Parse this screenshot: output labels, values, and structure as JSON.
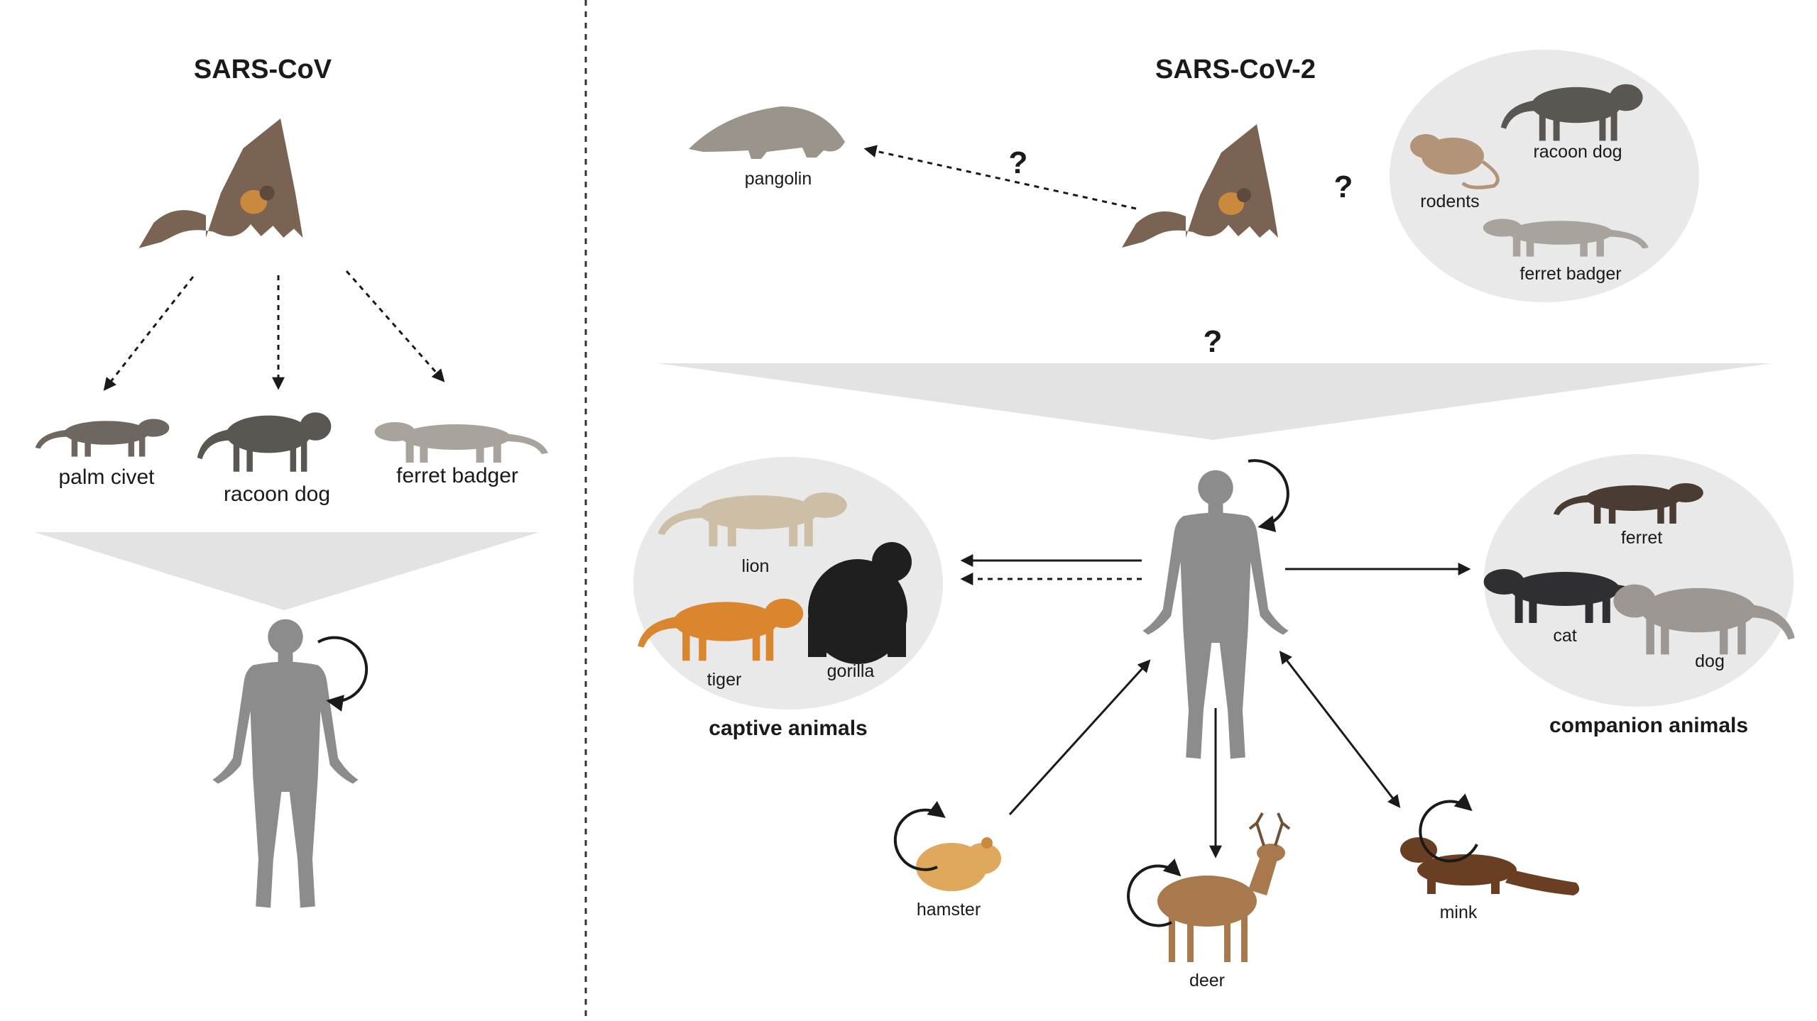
{
  "left_panel": {
    "title": "SARS-CoV",
    "intermediates": [
      "palm civet",
      "racoon dog",
      "ferret badger"
    ]
  },
  "right_panel": {
    "title": "SARS-CoV-2",
    "pangolin": "pangolin",
    "question_mark": "?",
    "reservoir_candidates": [
      "racoon dog",
      "rodents",
      "ferret badger"
    ],
    "captive": {
      "title": "captive animals",
      "animals": [
        "lion",
        "tiger",
        "gorilla"
      ]
    },
    "companion": {
      "title": "companion animals",
      "animals": [
        "ferret",
        "cat",
        "dog"
      ]
    },
    "others": [
      "hamster",
      "deer",
      "mink"
    ]
  },
  "colors": {
    "human": "#8c8c8c",
    "funnel": "#e3e3e3",
    "group_bg": "#e9e9e9",
    "bat": "#7a6352",
    "arrow": "#1a1a1a"
  },
  "icons": [
    "bat-icon",
    "human-icon",
    "pangolin-icon",
    "civet-icon",
    "racoon-dog-icon",
    "badger-icon",
    "rodent-icon",
    "lion-icon",
    "tiger-icon",
    "gorilla-icon",
    "ferret-icon",
    "cat-icon",
    "dog-icon",
    "hamster-icon",
    "deer-icon",
    "mink-icon"
  ]
}
